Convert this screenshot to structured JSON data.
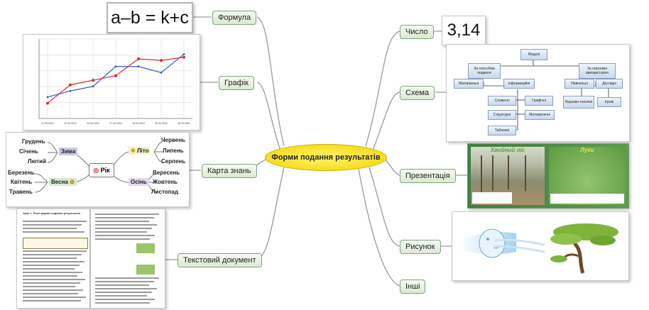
{
  "center": {
    "label": "Форми подання результатів"
  },
  "branches": {
    "formula": "Формула",
    "graph": "Графік",
    "knowledge_map": "Карта знань",
    "text_doc": "Текстовий документ",
    "number": "Число",
    "scheme": "Схема",
    "presentation": "Презентація",
    "picture": "Рисунок",
    "other": "Інші"
  },
  "formula_card": {
    "text": "a–b = k+c"
  },
  "number_card": {
    "text": "3,14"
  },
  "chart_data": {
    "type": "line",
    "series": [
      {
        "color": "#2b5fc4",
        "values": [
          7,
          9,
          10.5,
          17,
          17,
          15,
          21
        ]
      },
      {
        "color": "#e0262b",
        "values": [
          5,
          11,
          12.5,
          14,
          19.5,
          19,
          20
        ]
      }
    ],
    "categories": [
      "21.09.2010",
      "22.09.2010",
      "23.09.2010",
      "27.09.2010",
      "28.09.2010",
      "30.09.2010",
      "30.09.2010"
    ],
    "ylim": [
      0,
      26
    ]
  },
  "knowledge_map": {
    "center_label": "Рік",
    "seasons": {
      "winter": "Зима",
      "summer": "Літо",
      "spring": "Весна",
      "autumn": "Осінь"
    },
    "months": {
      "dec": "Грудень",
      "jan": "Січень",
      "feb": "Лютий",
      "jun": "Червень",
      "jul": "Липень",
      "aug": "Серпень",
      "mar": "Березень",
      "apr": "Квітень",
      "may": "Травень",
      "sep": "Вересень",
      "oct": "Жовтень",
      "nov": "Листопад"
    }
  },
  "scheme": {
    "root": "Моделі",
    "l1_a": "За способом подання",
    "l1_b": "За галузями використання",
    "material": "Матеріальні",
    "info": "Інформаційні",
    "verbal": "Словесні",
    "graphic": "Графічні",
    "structural": "Структурні",
    "math": "Математичні",
    "tabular": "Табличні",
    "education": "Навчальні",
    "research": "Дослідні",
    "sci_tech": "Науково-технічні",
    "game": "Ігрові"
  },
  "presentation": {
    "slide1_title": "Хвойний ліс",
    "slide2_title": "Луки"
  },
  "text_doc": {
    "title": "Урок 1. Різні форми подання результатів"
  }
}
